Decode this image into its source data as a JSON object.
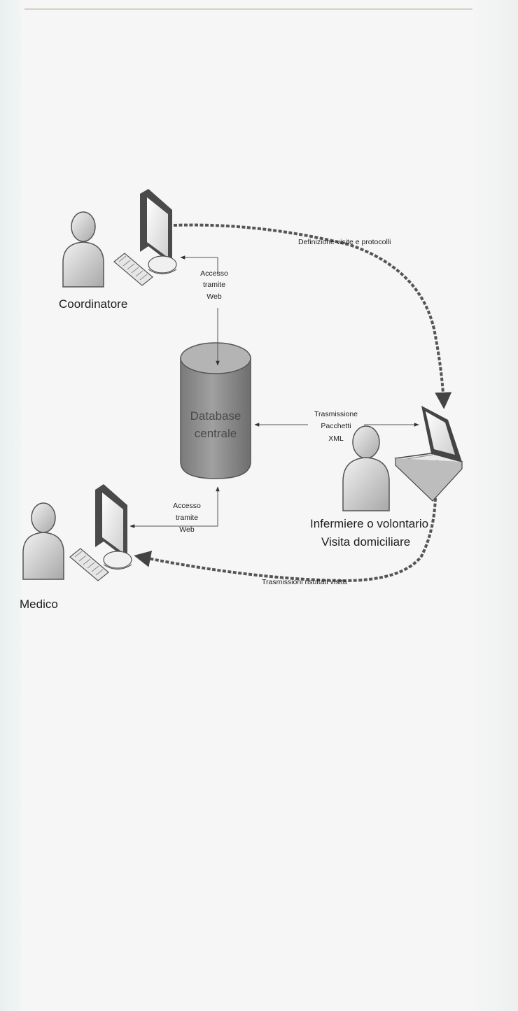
{
  "nodes": {
    "coordinatore": "Coordinatore",
    "medico": "Medico",
    "infermiere_line1": "Infermiere o volontario",
    "infermiere_line2": "Visita domiciliare",
    "database_line1": "Database",
    "database_line2": "centrale"
  },
  "edges": {
    "definizione": "Definizione visite e protocolli",
    "trasmissioni_risultati": "Trasmissioni risultati visita",
    "accesso_top": [
      "Accesso",
      "tramite",
      "Web"
    ],
    "accesso_bottom": [
      "Accesso",
      "tramite",
      "Web"
    ],
    "trasmissione_xml": [
      "Trasmissione",
      "Pacchetti",
      "XML"
    ]
  },
  "colors": {
    "dashed_arrow": "#555555",
    "database_fill": "#8a8a8a",
    "person_fill": "#c9c9c9",
    "screen_fill": "#e8e8e8"
  },
  "icons": [
    "person-icon",
    "desktop-computer-icon",
    "keyboard-icon",
    "laptop-icon",
    "database-cylinder-icon"
  ]
}
